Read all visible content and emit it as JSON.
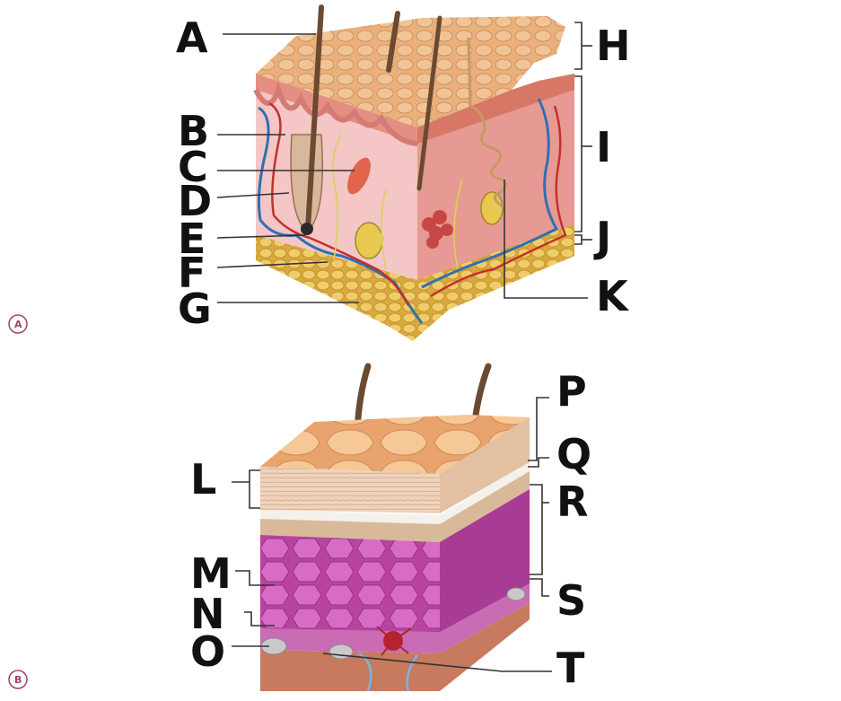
{
  "panels": [
    {
      "id": "A",
      "circle_color": "#a0446a"
    },
    {
      "id": "B",
      "circle_color": "#a0446a"
    }
  ],
  "labels": {
    "A": "A",
    "B": "B",
    "C": "C",
    "D": "D",
    "E": "E",
    "F": "F",
    "G": "G",
    "H": "H",
    "I": "I",
    "J": "J",
    "K": "K",
    "L": "L",
    "M": "M",
    "N": "N",
    "O": "O",
    "P": "P",
    "Q": "Q",
    "R": "R",
    "S": "S",
    "T": "T"
  },
  "colors": {
    "epidermis_top": "#e9b07c",
    "dermis": "#e79a93",
    "dermis_light": "#f4c6c6",
    "fat": "#e8c25e",
    "vein": "#2f6fb3",
    "artery": "#c4302b",
    "hair": "#6b4a32",
    "cell_pink": "#c957b8",
    "stratum_beige": "#e8cfb8"
  }
}
